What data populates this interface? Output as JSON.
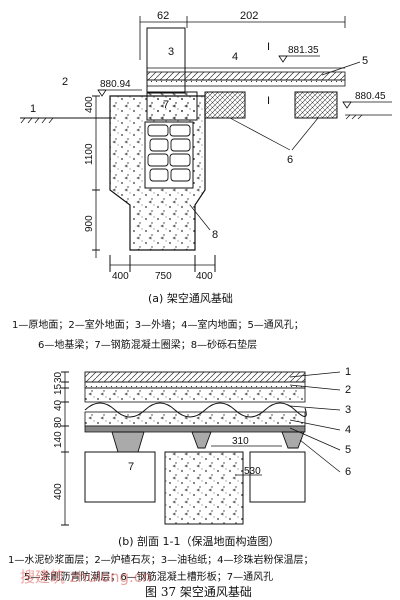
{
  "top": {
    "dim_62": "62",
    "dim_202": "202",
    "elev_881_35": "881.35",
    "elev_880_94": "880.94",
    "elev_880_45": "880.45",
    "section_mark_a": "I",
    "section_mark_b": "I",
    "labels": {
      "l1": "1",
      "l2": "2",
      "l3": "3",
      "l4": "4",
      "l5": "5",
      "l6": "6",
      "l7": "7",
      "l8": "8"
    },
    "vdims": [
      "400",
      "1100",
      "900"
    ],
    "hdims": [
      "400",
      "750",
      "400"
    ],
    "caption": "(a) 架空通风基础",
    "legend_1": "1—原地面；2—室外地面；3—外墙；4—室内地面；5—通风孔；",
    "legend_2": "6—地基梁；7—钢筋混凝土圈梁；8—砂砾石垫层"
  },
  "bottom": {
    "vdims": [
      "30",
      "15",
      "40",
      "80",
      "140",
      "400"
    ],
    "labels": [
      "1",
      "2",
      "3",
      "4",
      "5",
      "6"
    ],
    "label7": "7",
    "dim_310": "310",
    "dim_530": "530",
    "caption": "(b) 剖面 1-1（保温地面构造图）",
    "legend_1": "1—水泥砂浆面层；2—炉碴石灰；3—油毡纸；4—珍珠岩粉保温层；",
    "legend_2": "5—涂刷沥青防潮层；6—钢筋混凝土槽形板；7—通风孔",
    "figure_title": "图 37  架空通风基础"
  },
  "watermark": "搜建筑 zhulong.cn"
}
